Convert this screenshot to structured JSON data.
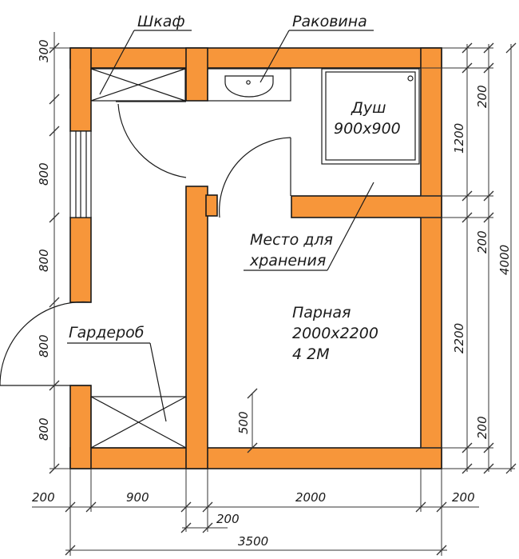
{
  "labels": {
    "cabinet": "Шкаф",
    "sink": "Раковина",
    "shower": "Душ",
    "shower_size": "900x900",
    "storage_line1": "Место для",
    "storage_line2": "хранения",
    "steam_room": "Парная",
    "steam_size": "2000x2200",
    "steam_area": "4 2М",
    "wardrobe": "Гардероб"
  },
  "dimensions": {
    "left": [
      "300",
      "800",
      "800",
      "800",
      "800"
    ],
    "right": [
      "200",
      "1200",
      "200",
      "2200",
      "200"
    ],
    "right_total": "4000",
    "bottom": [
      "200",
      "900",
      "2000",
      "200"
    ],
    "bottom_inner": "200",
    "bottom_total": "3500",
    "bench_depth": "500"
  },
  "colors": {
    "wall": "#f7963a",
    "line": "#1a1a1a"
  }
}
